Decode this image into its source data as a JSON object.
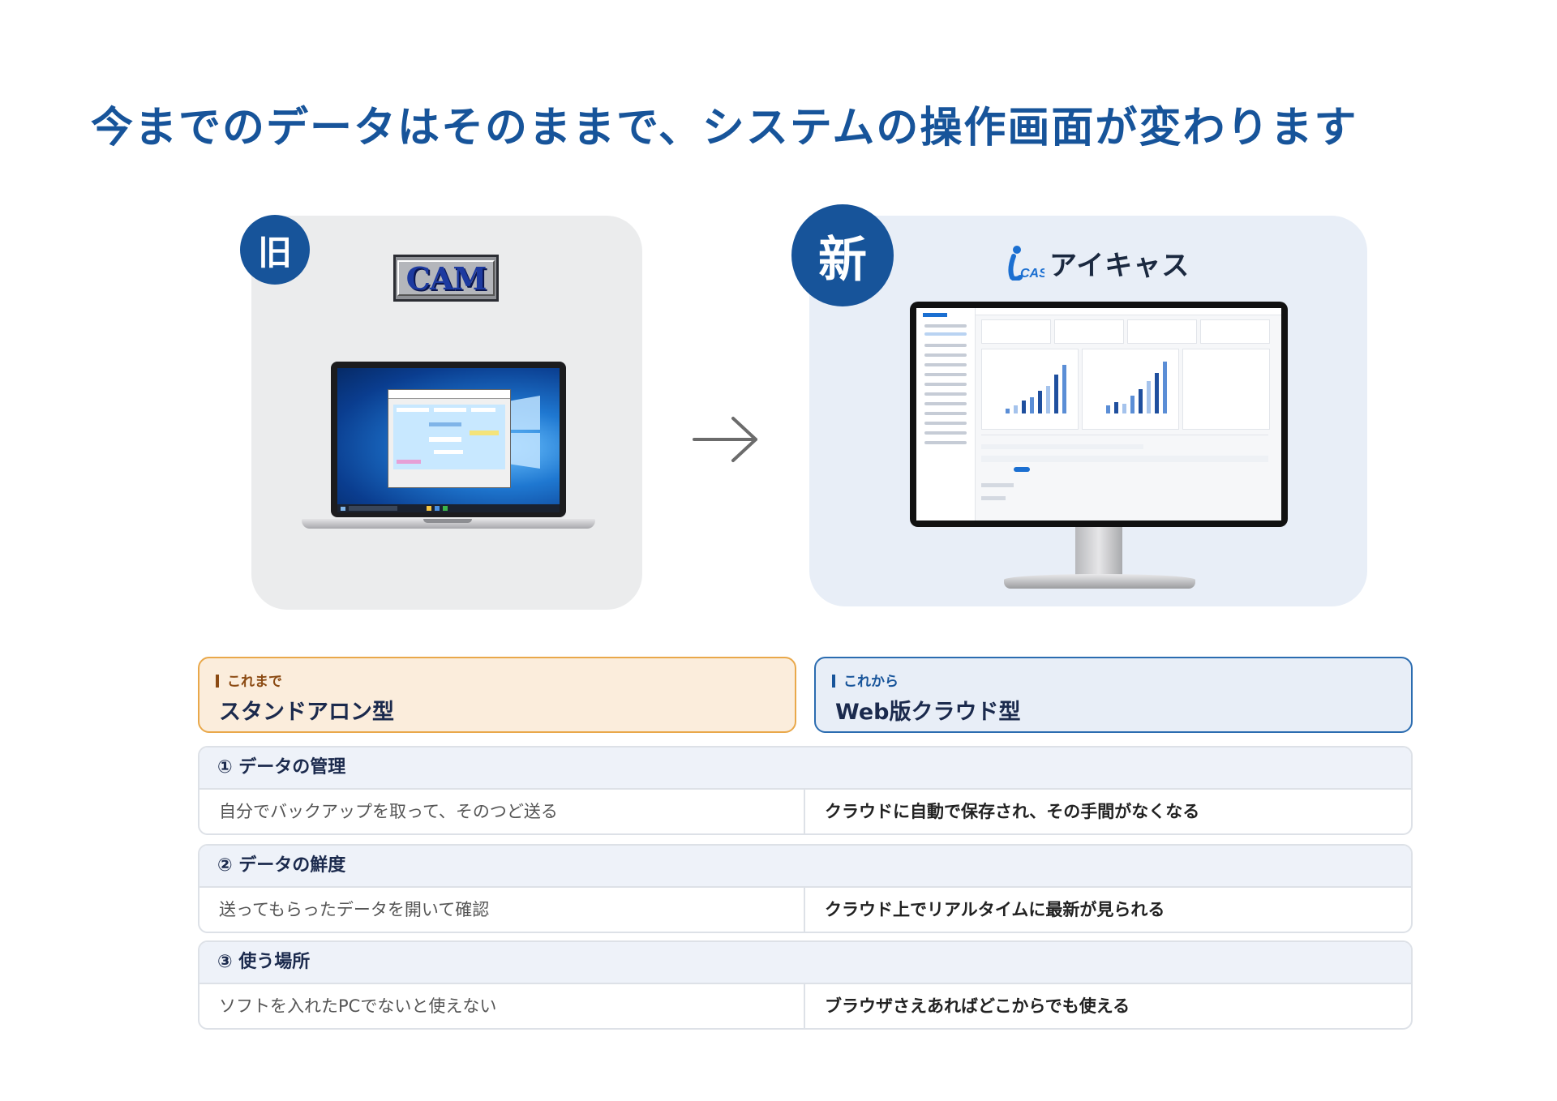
{
  "title": "今までのデータはそのままで、システムの操作画面が変わります",
  "old": {
    "badge": "旧",
    "logo_text": "CAM"
  },
  "new": {
    "badge": "新",
    "logo_text": "アイキャス"
  },
  "header_old": {
    "small": "これまで",
    "big": "スタンドアロン型"
  },
  "header_new": {
    "small": "これから",
    "big": "Web版クラウド型"
  },
  "sections": [
    {
      "title": "① データの管理",
      "old": "自分でバックアップを取って、そのつど送る",
      "new": "クラウドに自動で保存され、その手間がなくなる"
    },
    {
      "title": "② データの鮮度",
      "old": "送ってもらったデータを開いて確認",
      "new": "クラウド上でリアルタイムに最新が見られる"
    },
    {
      "title": "③ 使う場所",
      "old": "ソフトを入れたPCでないと使えない",
      "new": "ブラウザさえあればどこからでも使える"
    }
  ],
  "colors": {
    "brand_blue": "#17549a",
    "old_accent": "#e9a84a",
    "new_accent": "#2b6cb0"
  }
}
